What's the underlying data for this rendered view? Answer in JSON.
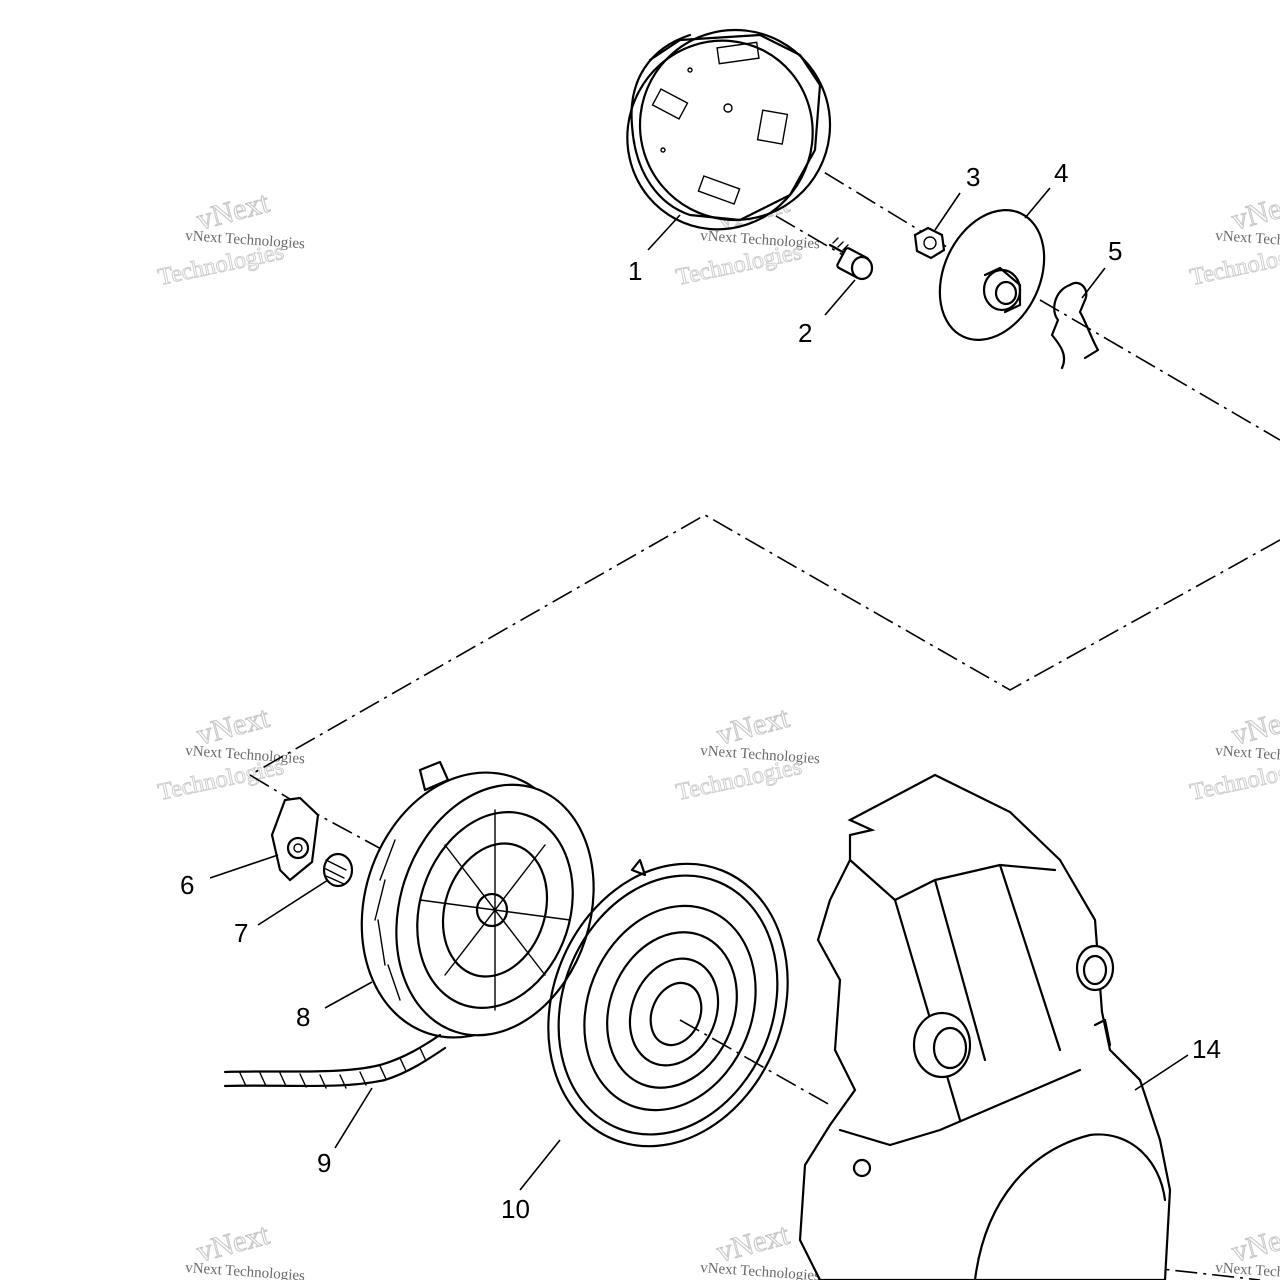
{
  "watermark": {
    "line1": "vNext Technologies",
    "line2": "vNext",
    "line3": "Technologies"
  },
  "callouts": [
    {
      "id": "1",
      "label": "1"
    },
    {
      "id": "2",
      "label": "2"
    },
    {
      "id": "3",
      "label": "3"
    },
    {
      "id": "4",
      "label": "4"
    },
    {
      "id": "5",
      "label": "5"
    },
    {
      "id": "6",
      "label": "6"
    },
    {
      "id": "7",
      "label": "7"
    },
    {
      "id": "8",
      "label": "8"
    },
    {
      "id": "9",
      "label": "9"
    },
    {
      "id": "10",
      "label": "10"
    },
    {
      "id": "14",
      "label": "14"
    }
  ]
}
